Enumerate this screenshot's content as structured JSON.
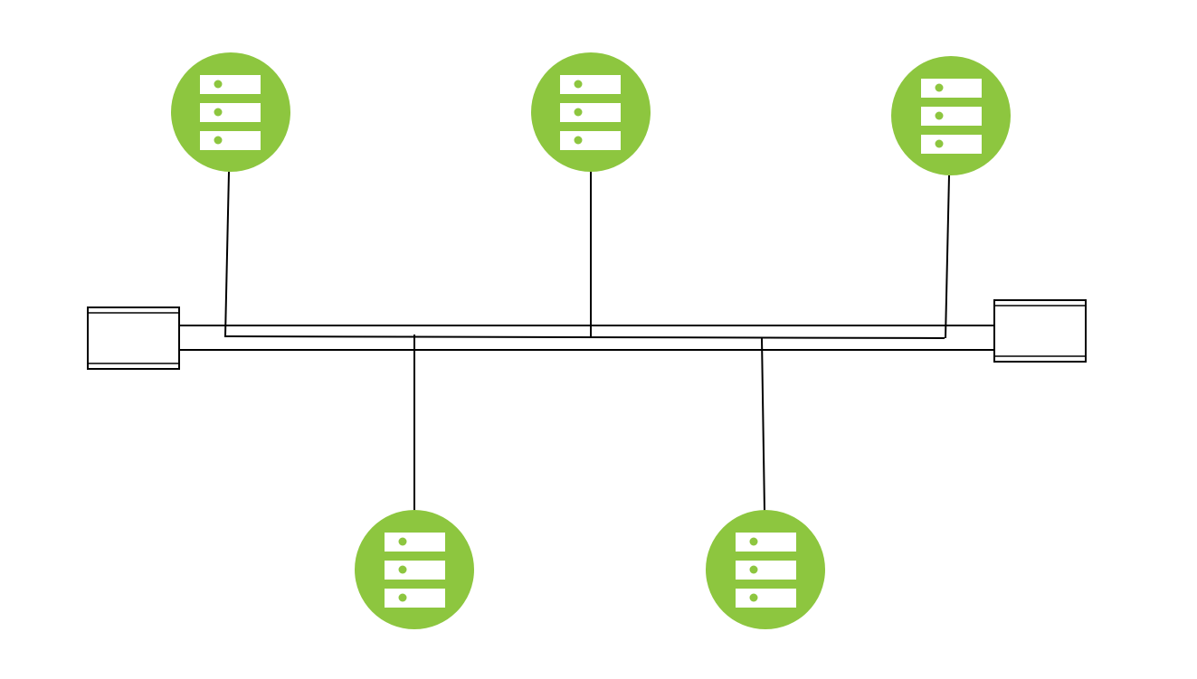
{
  "diagram": {
    "type": "bus-topology",
    "colors": {
      "node_fill": "#8dc63f",
      "rack_fill": "#ffffff",
      "line": "#000000",
      "background": "#ffffff"
    },
    "icons": {
      "node": "server-icon",
      "end": "terminator-icon"
    },
    "nodes_top": [
      {
        "id": "server-top-1"
      },
      {
        "id": "server-top-2"
      },
      {
        "id": "server-top-3"
      }
    ],
    "nodes_bottom": [
      {
        "id": "server-bottom-1"
      },
      {
        "id": "server-bottom-2"
      }
    ],
    "terminators": [
      {
        "id": "terminator-left"
      },
      {
        "id": "terminator-right"
      }
    ]
  }
}
